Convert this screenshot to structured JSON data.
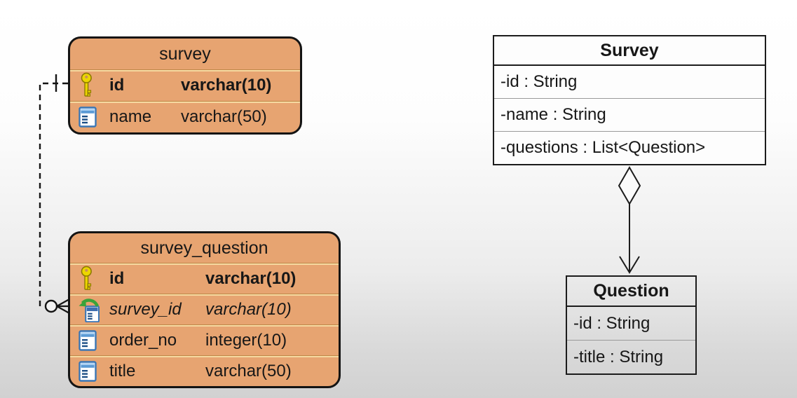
{
  "diagram": {
    "er_model": {
      "tables": [
        {
          "title": "survey",
          "rows": [
            {
              "icon": "primary-key-icon",
              "name": "id",
              "type": "varchar(10)",
              "emphasis": "primary-key"
            },
            {
              "icon": "column-icon",
              "name": "name",
              "type": "varchar(50)",
              "emphasis": "none"
            }
          ]
        },
        {
          "title": "survey_question",
          "rows": [
            {
              "icon": "primary-key-icon",
              "name": "id",
              "type": "varchar(10)",
              "emphasis": "primary-key"
            },
            {
              "icon": "foreign-key-icon",
              "name": "survey_id",
              "type": "varchar(10)",
              "emphasis": "foreign-key"
            },
            {
              "icon": "column-icon",
              "name": "order_no",
              "type": "integer(10)",
              "emphasis": "none"
            },
            {
              "icon": "column-icon",
              "name": "title",
              "type": "varchar(50)",
              "emphasis": "none"
            }
          ]
        }
      ],
      "relationship": {
        "from": "survey",
        "to": "survey_question",
        "line_style": "dashed",
        "from_cardinality": "one",
        "to_cardinality": "zero-or-many"
      }
    },
    "uml_model": {
      "classes": [
        {
          "name": "Survey",
          "attributes": [
            "-id : String",
            "-name : String",
            "-questions : List<Question>"
          ]
        },
        {
          "name": "Question",
          "attributes": [
            "-id : String",
            "-title : String"
          ]
        }
      ],
      "relationship": {
        "type": "aggregation",
        "from": "Survey",
        "to": "Question"
      }
    },
    "colors": {
      "table_fill": "#e7a471",
      "table_border": "#141414",
      "row_separator_dark": "#bf8748",
      "row_separator_light": "#f6d9a0",
      "class_border": "#1c1c1c",
      "key_icon_gold": "#ecd600",
      "column_icon_blue": "#3a76b5",
      "fk_arrow_green": "#3aa33a",
      "background_top": "#ffffff",
      "background_bottom": "#d1d1d1"
    }
  }
}
